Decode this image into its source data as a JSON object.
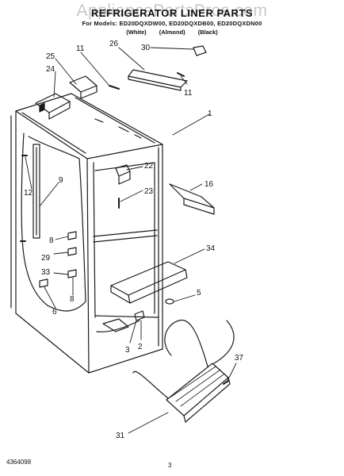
{
  "watermark": "AppliancePartsPros.com",
  "header": {
    "title": "REFRIGERATOR LINER PARTS",
    "models": "For Models: ED20DQXDW00, ED20DQXDB00, ED20DQXDN00",
    "colors": "(White) (Almond) (Black)"
  },
  "callouts": [
    "25",
    "24",
    "11",
    "26",
    "30",
    "11",
    "1",
    "12",
    "9",
    "22",
    "23",
    "16",
    "8",
    "29",
    "33",
    "34",
    "6",
    "8",
    "5",
    "3",
    "2",
    "37",
    "31"
  ],
  "footer": {
    "code": "4364098",
    "page": "3"
  }
}
